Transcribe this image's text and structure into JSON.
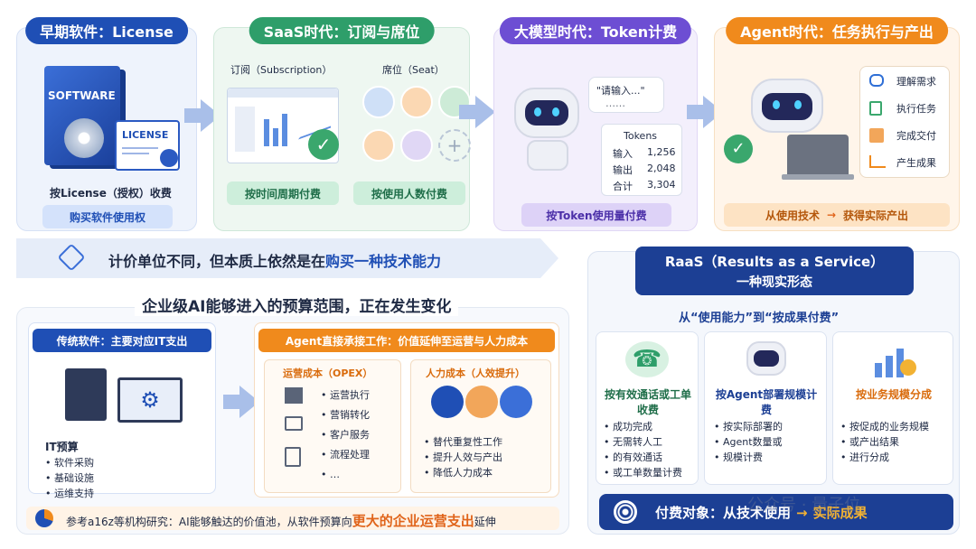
{
  "era1": {
    "title": "早期软件：License",
    "box_text": "SOFTWARE",
    "cert_text": "LICENSE",
    "caption": "按License（授权）收费",
    "pill": "购买软件使用权"
  },
  "era2": {
    "title": "SaaS时代：订阅与席位",
    "left_label": "订阅（Subscription）",
    "right_label": "席位（Seat）",
    "plus": "+",
    "pill_left": "按时间周期付费",
    "pill_right": "按使用人数付费"
  },
  "era3": {
    "title": "大模型时代：Token计费",
    "bubble": "\"请输入...\"",
    "dots": "……",
    "tokens_title": "Tokens",
    "rows": [
      {
        "k": "输入",
        "v": "1,256"
      },
      {
        "k": "输出",
        "v": "2,048"
      },
      {
        "k": "合计",
        "v": "3,304"
      }
    ],
    "pill": "按Token使用量付费"
  },
  "era4": {
    "title": "Agent时代：任务执行与产出",
    "items": [
      "理解需求",
      "执行任务",
      "完成交付",
      "产生成果"
    ],
    "pill_from": "从使用技术",
    "pill_arrow": "→",
    "pill_to": "获得实际产出"
  },
  "banner": {
    "text": "计价单位不同，但本质上依然是在",
    "highlight": "购买一种技术能力"
  },
  "budget": {
    "title": "企业级AI能够进入的预算范围，正在发生变化",
    "trad_title": "传统软件：主要对应IT支出",
    "it_label": "IT预算",
    "it_items": [
      "软件采购",
      "基础设施",
      "运维支持"
    ],
    "agent_title": "Agent直接承接工作：价值延伸至运营与人力成本",
    "opex_title": "运营成本（OPEX）",
    "opex_items": [
      "运营执行",
      "营销转化",
      "客户服务",
      "流程处理",
      "…"
    ],
    "hr_title": "人力成本（人效提升）",
    "hr_items": [
      "替代重复性工作",
      "提升人效与产出",
      "降低人力成本"
    ],
    "footer_prefix": "参考a16z等机构研究：AI能够触达的价值池，从软件预算向",
    "footer_highlight": "更大的企业运营支出",
    "footer_suffix": "延伸"
  },
  "raas": {
    "title1": "RaaS（Results as a Service）",
    "title2": "一种现实形态",
    "subtitle": "从“使用能力”到“按成果付费”",
    "cards": [
      {
        "title": "按有效通话或工单收费",
        "items": [
          "成功完成",
          "无需转人工",
          "的有效通话",
          "或工单数量计费"
        ]
      },
      {
        "title": "按Agent部署规模计费",
        "items": [
          "按实际部署的",
          "Agent数量或",
          "规模计费"
        ]
      },
      {
        "title": "按业务规模分成",
        "items": [
          "按促成的业务规模",
          "或产出结果",
          "进行分成"
        ]
      }
    ],
    "bottom_prefix": "付费对象：从技术使用",
    "bottom_arrow": "→",
    "bottom_highlight": "实际成果",
    "watermark": "公众号 · 量子位"
  },
  "colors": {
    "blue": "#1f4fb5",
    "green": "#2e9e6a",
    "purple": "#6d4ed3",
    "orange": "#f08a1c",
    "navy": "#1c3f94"
  }
}
